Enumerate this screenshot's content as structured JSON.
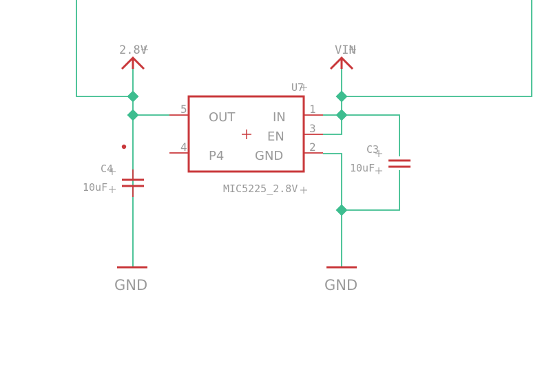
{
  "nets": {
    "left_supply": "2.8V",
    "right_supply": "VIN",
    "gnd_left": "GND",
    "gnd_right": "GND"
  },
  "regulator": {
    "ref": "U7",
    "value": "MIC5225_2.8V",
    "pins": [
      {
        "num": "5",
        "name": "OUT"
      },
      {
        "num": "4",
        "name": "P4"
      },
      {
        "num": "1",
        "name": "IN"
      },
      {
        "num": "3",
        "name": "EN"
      },
      {
        "num": "2",
        "name": "GND"
      }
    ]
  },
  "capacitors": [
    {
      "ref": "C4",
      "value": "10uF"
    },
    {
      "ref": "C3",
      "value": "10uF"
    }
  ],
  "colors": {
    "wire": "#3dbd8f",
    "part": "#c9383b",
    "text": "#9a9a9a"
  }
}
